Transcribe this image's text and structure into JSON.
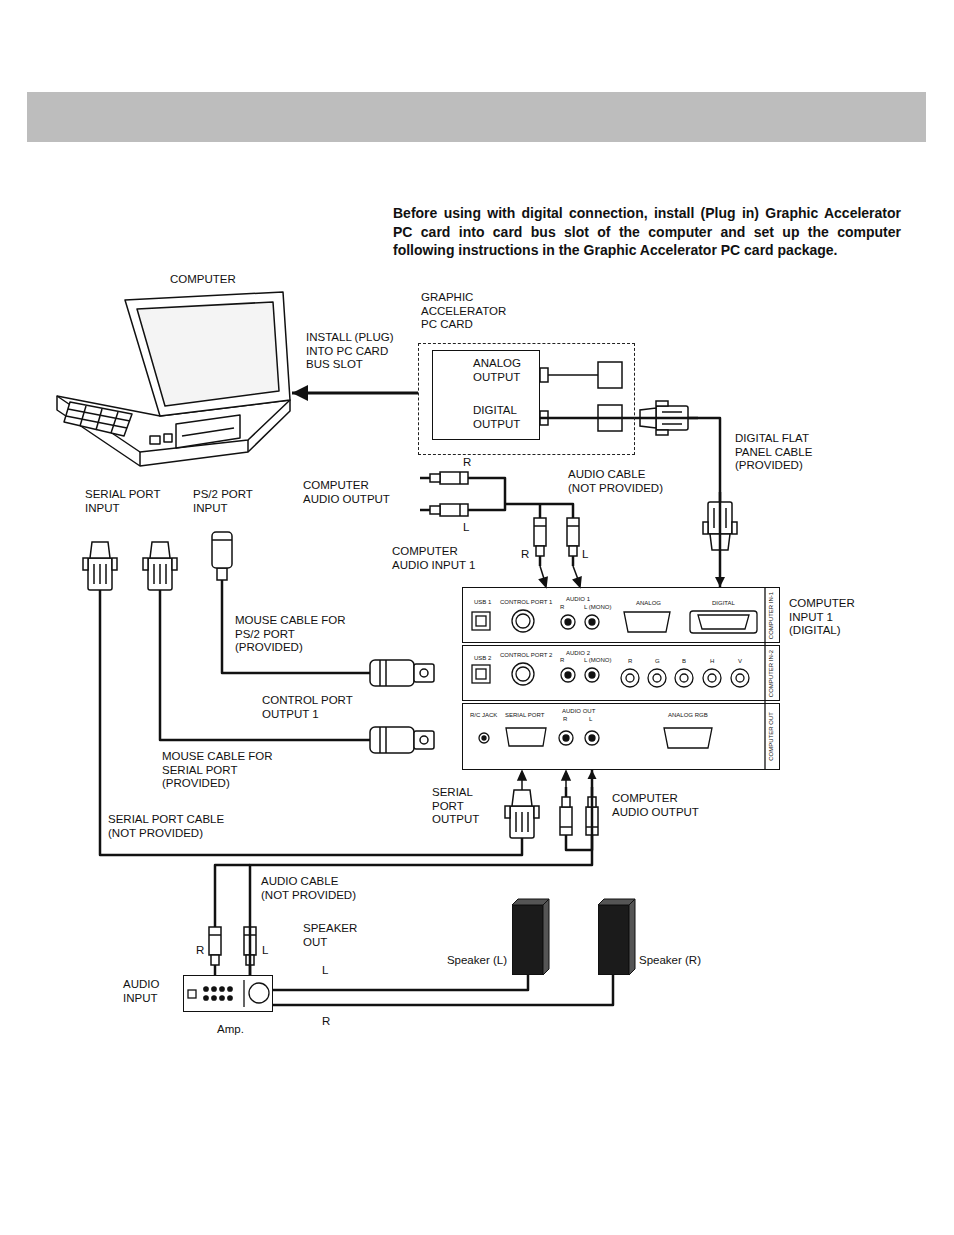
{
  "diagram": {
    "nodes": [
      {
        "text": [
          "COMPUTER"
        ]
      },
      {
        "text": [
          "GRAPHIC ACCELERATOR PC CARD"
        ]
      },
      {
        "text": [
          "ANALOG OUTPUT",
          "DIGITAL OUTPUT"
        ],
        "in": 1
      },
      {
        "text": [
          "COMPUTER IN-1"
        ]
      },
      {
        "text": [
          "COMPUTER IN-2"
        ]
      },
      {
        "text": [
          "COMPUTER OUT"
        ]
      },
      {
        "text": [
          "Amp."
        ]
      },
      {
        "text": [
          "Speaker (L)"
        ]
      },
      {
        "text": [
          "Speaker (R)"
        ]
      }
    ],
    "edges": [
      {
        "from": 1,
        "to": 0,
        "arrow": "to"
      },
      {
        "from": 2,
        "to": 3,
        "arrow": "to"
      },
      {
        "from": 6,
        "to": 5,
        "arrow": "to"
      },
      {
        "from": 6,
        "to": 7,
        "arrow": "none"
      },
      {
        "from": 6,
        "to": 8,
        "arrow": "none"
      }
    ],
    "labels": [
      "Before using with digital connection, install (Plug in) Graphic Accelerator PC card into card bus slot of the computer and set up the computer following instructions in the Graphic Accelerator PC card package.",
      "INSTALL (PLUG) INTO PC CARD BUS SLOT",
      "DIGITAL FLAT PANEL CABLE (PROVIDED)",
      "R",
      "COMPUTER AUDIO OUTPUT",
      "L",
      "AUDIO CABLE (NOT PROVIDED)",
      "SERIAL PORT INPUT",
      "PS/2 PORT INPUT",
      "COMPUTER AUDIO INPUT 1",
      "R",
      "L",
      "MOUSE CABLE FOR PS/2 PORT (PROVIDED)",
      "COMPUTER INPUT 1 (DIGITAL)",
      "USB 1",
      "CONTROL PORT 1",
      "AUDIO 1",
      "R",
      "L (MONO)",
      "ANALOG",
      "DIGITAL",
      "USB 2",
      "CONTROL PORT 2",
      "AUDIO 2",
      "R",
      "L (MONO)",
      "R",
      "G",
      "B",
      "H",
      "V",
      "CONTROL PORT OUTPUT 1",
      "R/C JACK",
      "SERIAL PORT",
      "AUDIO OUT",
      "R",
      "L",
      "ANALOG RGB",
      "MOUSE CABLE FOR SERIAL PORT (PROVIDED)",
      "SERIAL PORT OUTPUT",
      "COMPUTER AUDIO OUTPUT",
      "SERIAL PORT CABLE (NOT PROVIDED)",
      "AUDIO CABLE (NOT PROVIDED)",
      "R",
      "L",
      "SPEAKER OUT",
      "L",
      "AUDIO INPUT",
      "R"
    ]
  }
}
